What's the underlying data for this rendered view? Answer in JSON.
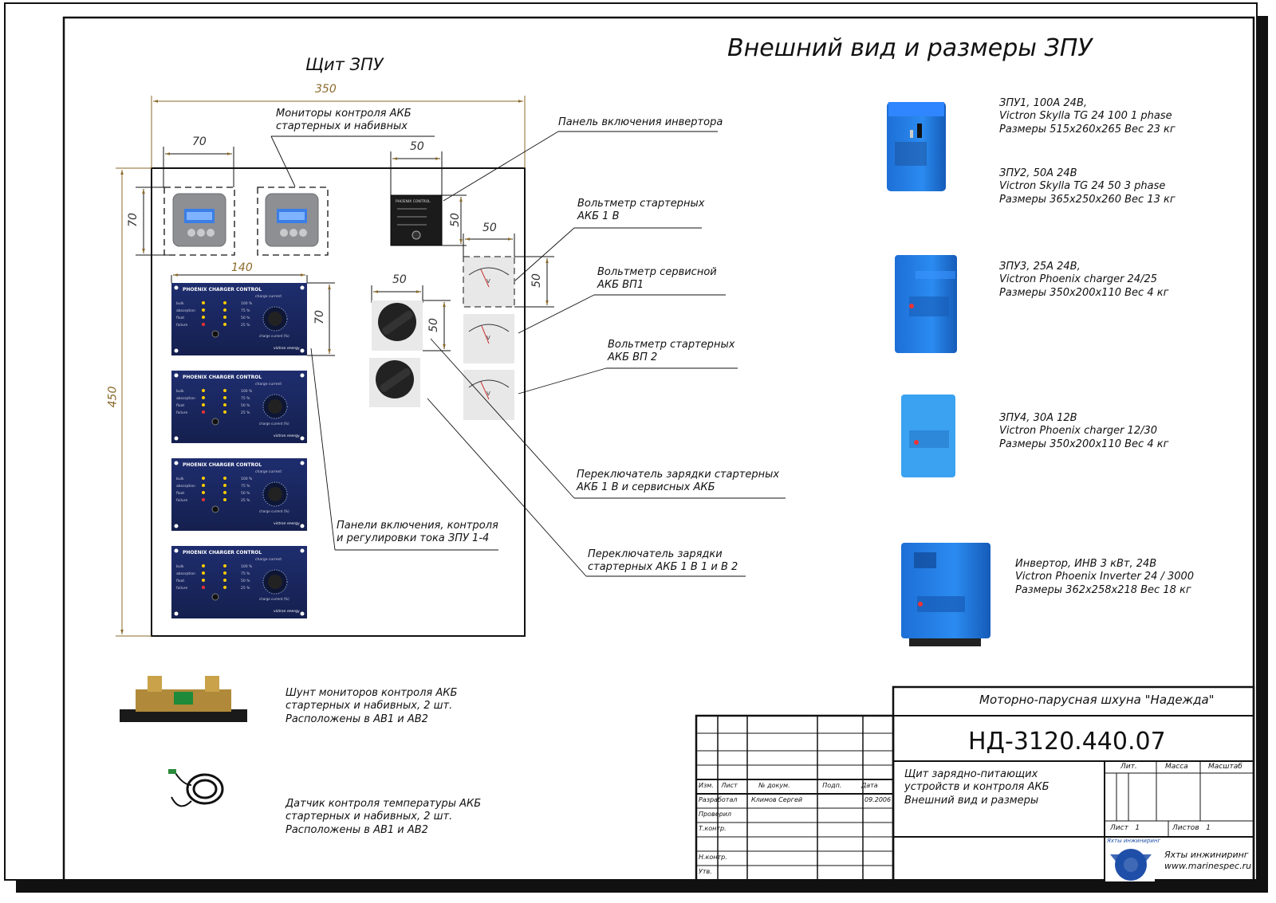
{
  "title": "Внешний вид и размеры ЗПУ",
  "panel": {
    "title": "Щит ЗПУ",
    "dims": {
      "width": "350",
      "height": "450",
      "monitor_w": "70",
      "monitor_h": "70",
      "panel_w": "50",
      "panel_h": "50",
      "voltmeter_w": "50",
      "voltmeter_h": "50",
      "switch_w": "50",
      "switch_h": "50",
      "control_w": "140",
      "control_h": "70"
    }
  },
  "callouts": {
    "monitors": [
      "Мониторы контроля АКБ",
      "стартерных и набивных"
    ],
    "inverter_panel": [
      "Панель включения инвертора"
    ],
    "voltmeter_start": [
      "Вольтметр стартерных",
      "АКБ 1 В"
    ],
    "voltmeter_house": [
      "Вольтметр сервисной",
      "АКБ ВП1"
    ],
    "voltmeter_start2": [
      "Вольтметр стартерных",
      "АКБ ВП 2"
    ],
    "charge_panels": [
      "Панели включения, контроля",
      "и регулировки тока ЗПУ 1-4"
    ],
    "switch1": [
      "Переключатель зарядки стартерных",
      "АКБ 1 В и сервисных АКБ"
    ],
    "switch2": [
      "Переключатель зарядки",
      "стартерных АКБ 1 В 1 и В 2"
    ]
  },
  "devices": [
    {
      "lines": [
        "ЗПУ1, 100А 24В,",
        "Victron Skylla TG 24 100 1 phase",
        "Размеры 515x260x265 Вес 23 кг"
      ]
    },
    {
      "lines": [
        "ЗПУ2, 50А 24В",
        "Victron Skylla TG 24 50 3 phase",
        "Размеры 365x250x260 Вес 13 кг"
      ]
    },
    {
      "lines": [
        "ЗПУ3, 25А 24В,",
        "Victron Phoenix charger 24/25",
        "Размеры 350x200x110 Вес 4 кг"
      ]
    },
    {
      "lines": [
        "ЗПУ4, 30А 12В",
        "Victron Phoenix charger 12/30",
        "Размеры 350x200x110 Вес 4 кг"
      ]
    },
    {
      "lines": [
        "Инвертор, ИНВ 3 кВт, 24В",
        "Victron Phoenix Inverter 24 / 3000",
        "Размеры 362x258x218 Вес 18 кг"
      ]
    }
  ],
  "accessories": [
    {
      "lines": [
        "Шунт мониторов контроля АКБ",
        "стартерных и набивных, 2 шт.",
        "Расположены в АВ1 и АВ2"
      ]
    },
    {
      "lines": [
        "Датчик контроля температуры АКБ",
        "стартерных и набивных, 2 шт.",
        "Расположены в АВ1 и АВ2"
      ]
    }
  ],
  "device_labels": {
    "control_header": "PHOENIX CHARGER CONTROL",
    "control_sub": "charge current",
    "control_rows": [
      "bulk",
      "absorption",
      "float",
      "failure"
    ],
    "control_pct": [
      "100 %",
      "75 %",
      "50 %",
      "25 %"
    ],
    "control_knob_label": "charge current (%)",
    "brand": "victron energy",
    "inverter_panel_header": "PHOENIX CONTROL"
  },
  "stamp": {
    "organization": "Моторно-парусная шхуна \"Надежда\"",
    "doc_code": "НД-3120.440.07",
    "description": [
      "Щит зарядно-питающих",
      "устройств и контроля АКБ",
      "Внешний вид и размеры"
    ],
    "row_labels": [
      "Изм.",
      "Лист",
      "№ докум.",
      "Подп.",
      "Дата"
    ],
    "roles": [
      "Разработал",
      "Проверил",
      "Т.контр.",
      "Н.контр.",
      "Утв."
    ],
    "author": "Климов Сергей",
    "date": "09.2006",
    "cols": [
      "Лит.",
      "Масса",
      "Масштаб"
    ],
    "sheet": "Лист   1",
    "sheets": "Листов   1",
    "logo_caption": "Яхты инжиниринг",
    "firm": [
      "Яхты инжиниринг",
      "www.marinespec.ru"
    ]
  }
}
